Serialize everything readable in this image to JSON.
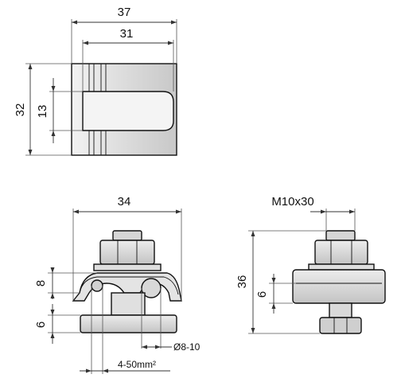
{
  "views": {
    "top": {
      "width_outer": "37",
      "width_inner": "31",
      "height_outer": "32",
      "height_slot": "13"
    },
    "front": {
      "width": "34",
      "clamp_height": "8",
      "base_height": "6",
      "conductor_diameter": "Ø8-10",
      "cross_section": "4-50mm²"
    },
    "side": {
      "bolt": "M10x30",
      "height": "36",
      "plate_height": "6"
    }
  },
  "colors": {
    "fill_light": "#e8e8e8",
    "fill_mid": "#d2d2d2",
    "fill_dark": "#b5b5b5",
    "line": "#111111"
  }
}
